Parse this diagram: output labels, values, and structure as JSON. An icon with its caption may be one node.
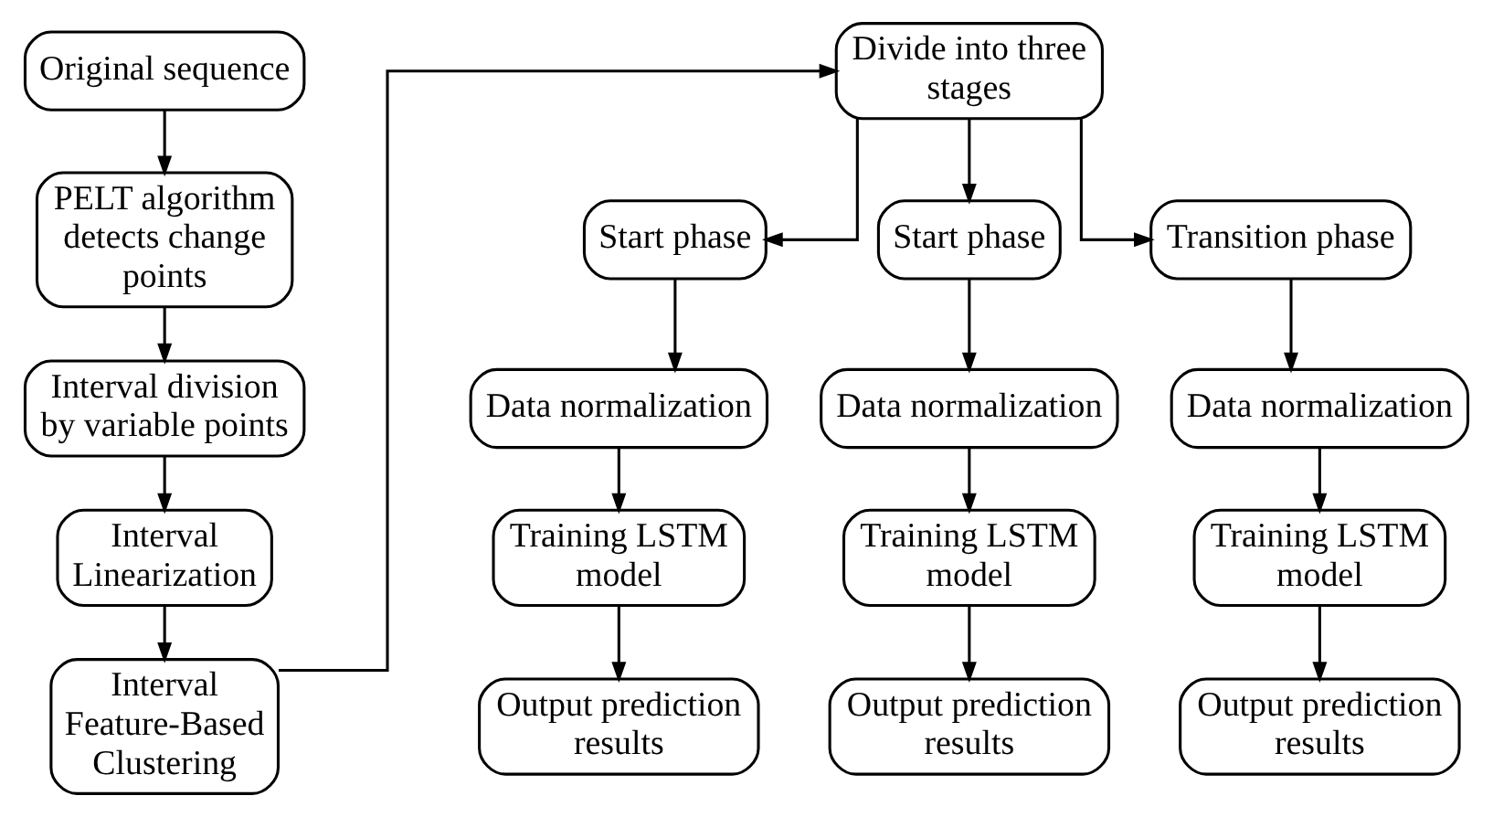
{
  "diagram": {
    "nodes": [
      {
        "text": [
          "Original sequence"
        ]
      },
      {
        "text": [
          "PELT algorithm detects change points"
        ]
      },
      {
        "text": [
          "Interval division by variable points"
        ]
      },
      {
        "text": [
          "Interval Linearization"
        ]
      },
      {
        "text": [
          "Interval Feature-Based Clustering"
        ]
      },
      {
        "text": [
          "Divide into three stages"
        ]
      },
      {
        "text": [
          "Start phase"
        ]
      },
      {
        "text": [
          "Start phase"
        ]
      },
      {
        "text": [
          "Transition phase"
        ]
      },
      {
        "text": [
          "Data normalization"
        ]
      },
      {
        "text": [
          "Data normalization"
        ]
      },
      {
        "text": [
          "Data normalization"
        ]
      },
      {
        "text": [
          "Training LSTM model"
        ]
      },
      {
        "text": [
          "Training LSTM model"
        ]
      },
      {
        "text": [
          "Training LSTM model"
        ]
      },
      {
        "text": [
          "Output prediction results"
        ]
      },
      {
        "text": [
          "Output prediction results"
        ]
      },
      {
        "text": [
          "Output prediction results"
        ]
      }
    ],
    "edges": [
      {
        "from": 0,
        "to": 1,
        "arrow": "to"
      },
      {
        "from": 1,
        "to": 2,
        "arrow": "to"
      },
      {
        "from": 2,
        "to": 3,
        "arrow": "to"
      },
      {
        "from": 3,
        "to": 4,
        "arrow": "to"
      },
      {
        "from": 4,
        "to": 5,
        "arrow": "to"
      },
      {
        "from": 5,
        "to": 6,
        "arrow": "to"
      },
      {
        "from": 5,
        "to": 7,
        "arrow": "to"
      },
      {
        "from": 5,
        "to": 8,
        "arrow": "to"
      },
      {
        "from": 6,
        "to": 9,
        "arrow": "to"
      },
      {
        "from": 7,
        "to": 10,
        "arrow": "to"
      },
      {
        "from": 8,
        "to": 11,
        "arrow": "to"
      },
      {
        "from": 9,
        "to": 12,
        "arrow": "to"
      },
      {
        "from": 10,
        "to": 13,
        "arrow": "to"
      },
      {
        "from": 11,
        "to": 14,
        "arrow": "to"
      },
      {
        "from": 12,
        "to": 15,
        "arrow": "to"
      },
      {
        "from": 13,
        "to": 16,
        "arrow": "to"
      },
      {
        "from": 14,
        "to": 17,
        "arrow": "to"
      }
    ]
  }
}
